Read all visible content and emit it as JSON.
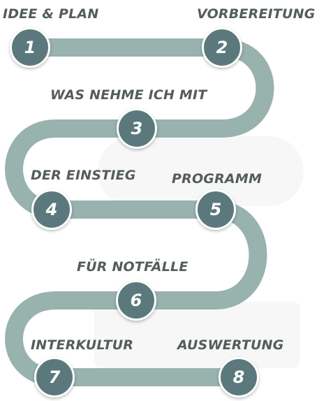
{
  "colors": {
    "road": "#98b2ae",
    "circle": "#5b797c",
    "circle_border": "#ffffff",
    "number_text": "#ffffff",
    "label_text": "#555c5e"
  },
  "steps": [
    {
      "number": "1",
      "label": "IDEE & PLAN"
    },
    {
      "number": "2",
      "label": "VORBEREITUNG"
    },
    {
      "number": "3",
      "label": "WAS NEHME ICH MIT"
    },
    {
      "number": "4",
      "label": "DER EINSTIEG"
    },
    {
      "number": "5",
      "label": "PROGRAMM"
    },
    {
      "number": "6",
      "label": "FÜR NOTFÄLLE"
    },
    {
      "number": "7",
      "label": "INTERKULTUR"
    },
    {
      "number": "8",
      "label": "AUSWERTUNG"
    }
  ]
}
